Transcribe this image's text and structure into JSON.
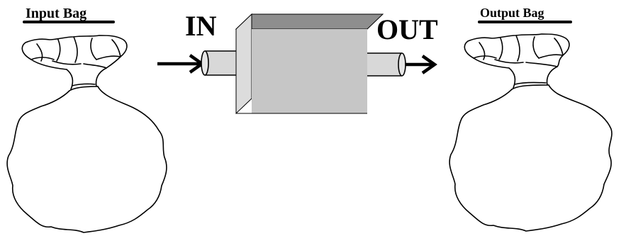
{
  "labels": {
    "input_bag": "Input Bag",
    "output_bag": "Output Bag",
    "in": "IN",
    "out": "OUT"
  },
  "colors": {
    "outline": "#000000",
    "background": "#ffffff",
    "box_front": "#c6c6c6",
    "box_top": "#8e8e8e",
    "box_side": "#dcdcdc",
    "pipe": "#d8d8d8"
  },
  "icons": {
    "input_bag": "drawstring-bag-icon",
    "output_bag": "drawstring-bag-icon",
    "process_box": "box-icon",
    "in_arrow": "arrow-right-icon",
    "out_arrow": "arrow-right-icon"
  }
}
